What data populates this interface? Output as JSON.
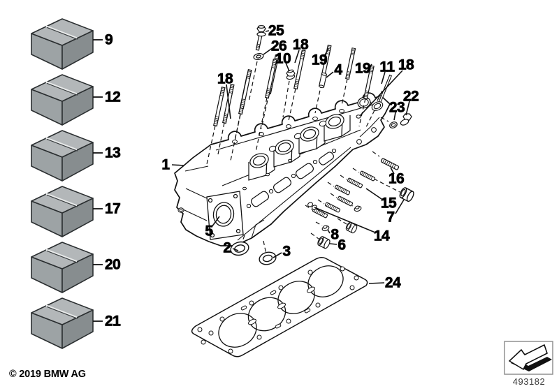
{
  "colors": {
    "background": "#ffffff",
    "line": "#111111",
    "box_top": "#b3b7b9",
    "box_left": "#9da3a5",
    "box_right": "#878d8f",
    "ref_border": "#909090",
    "ref_text": "#3a3a3a"
  },
  "kit_boxes": {
    "k9": {
      "label": "9"
    },
    "k12": {
      "label": "12"
    },
    "k13": {
      "label": "13"
    },
    "k17": {
      "label": "17"
    },
    "k20": {
      "label": "20"
    },
    "k21": {
      "label": "21"
    }
  },
  "callouts": {
    "c1": {
      "label": "1"
    },
    "c2": {
      "label": "2"
    },
    "c3": {
      "label": "3"
    },
    "c4": {
      "label": "4"
    },
    "c5": {
      "label": "5"
    },
    "c6": {
      "label": "6"
    },
    "c7": {
      "label": "7"
    },
    "c8": {
      "label": "8"
    },
    "c10": {
      "label": "10"
    },
    "c11": {
      "label": "11"
    },
    "c14": {
      "label": "14"
    },
    "c15": {
      "label": "15"
    },
    "c16": {
      "label": "16"
    },
    "c18a": {
      "label": "18"
    },
    "c18b": {
      "label": "18"
    },
    "c18c": {
      "label": "18"
    },
    "c19a": {
      "label": "19"
    },
    "c19b": {
      "label": "19"
    },
    "c22": {
      "label": "22"
    },
    "c23": {
      "label": "23"
    },
    "c24": {
      "label": "24"
    },
    "c25": {
      "label": "25"
    },
    "c26": {
      "label": "26"
    }
  },
  "footer": {
    "copyright": "© 2019 BMW AG"
  },
  "reference": {
    "number": "493182"
  }
}
